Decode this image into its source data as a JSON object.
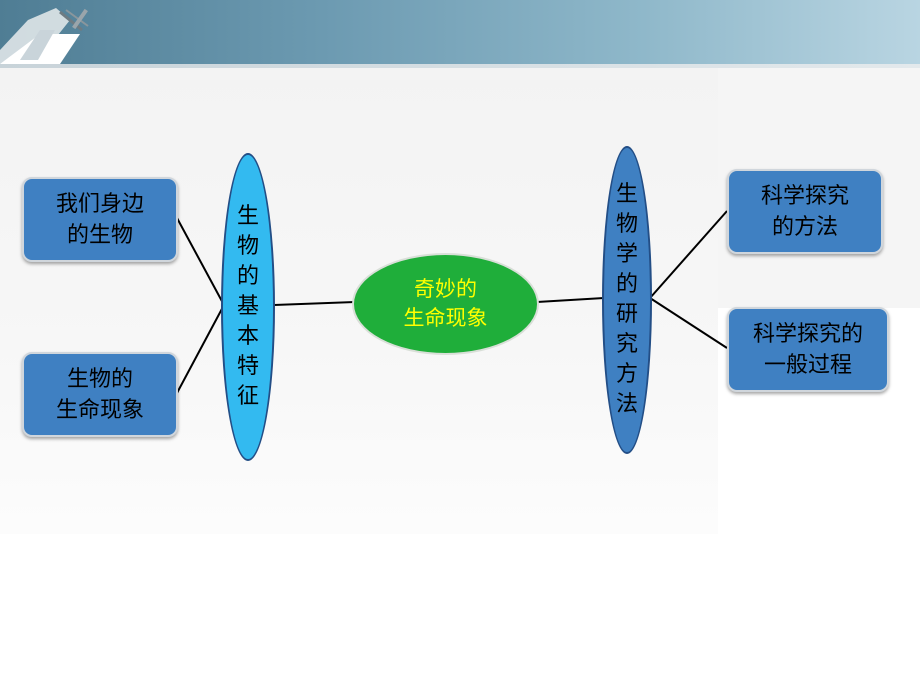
{
  "center": {
    "line1": "奇妙的",
    "line2": "生命现象"
  },
  "left_oval": {
    "text": "生物的基本特征"
  },
  "right_oval": {
    "text": "生物学的研究方法"
  },
  "left_boxes": [
    {
      "line1": "我们身边",
      "line2": "的生物"
    },
    {
      "line1": "生物的",
      "line2": "生命现象"
    }
  ],
  "right_boxes": [
    {
      "line1": "科学探究",
      "line2": "的方法"
    },
    {
      "line1": "科学探究的",
      "line2": "一般过程"
    }
  ],
  "colors": {
    "box_fill": "#3f80c2",
    "left_oval_fill": "#33baf0",
    "right_oval_fill": "#3f80c2",
    "center_fill": "#1fae3a",
    "center_text": "#ffff00",
    "header": "#6c9ab1"
  },
  "icons": {
    "header_logo": "dining-utensils-icon"
  }
}
